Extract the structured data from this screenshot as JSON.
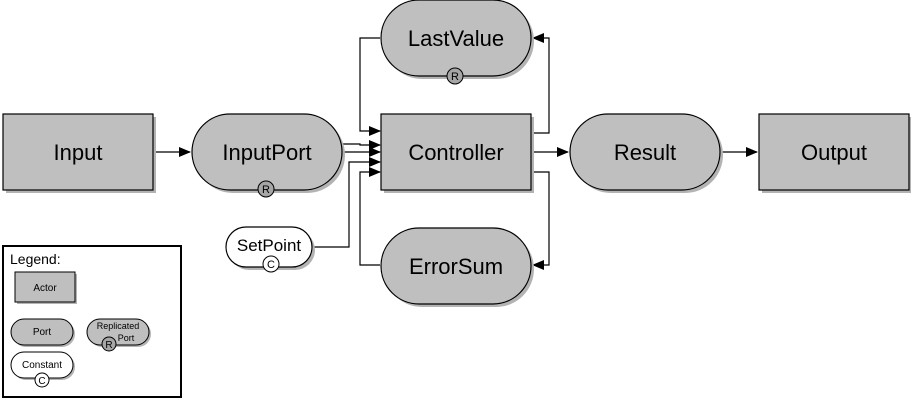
{
  "colors": {
    "node_fill": "#bfbfbf",
    "constant_fill": "#ffffff",
    "stroke": "#000000",
    "shadow": "#b3b3b3"
  },
  "nodes": {
    "input": {
      "label": "Input",
      "kind": "actor"
    },
    "input_port": {
      "label": "InputPort",
      "kind": "replicated-port",
      "badge": "R"
    },
    "controller": {
      "label": "Controller",
      "kind": "actor"
    },
    "result": {
      "label": "Result",
      "kind": "port"
    },
    "output": {
      "label": "Output",
      "kind": "actor"
    },
    "last_value": {
      "label": "LastValue",
      "kind": "replicated-port",
      "badge": "R"
    },
    "error_sum": {
      "label": "ErrorSum",
      "kind": "port"
    },
    "set_point": {
      "label": "SetPoint",
      "kind": "constant",
      "badge": "C"
    }
  },
  "edges": [
    {
      "from": "Input",
      "to": "InputPort"
    },
    {
      "from": "InputPort",
      "to": "Controller"
    },
    {
      "from": "SetPoint",
      "to": "Controller"
    },
    {
      "from": "LastValue",
      "to": "Controller"
    },
    {
      "from": "ErrorSum",
      "to": "Controller"
    },
    {
      "from": "Controller",
      "to": "LastValue"
    },
    {
      "from": "Controller",
      "to": "ErrorSum"
    },
    {
      "from": "Controller",
      "to": "Result"
    },
    {
      "from": "Result",
      "to": "Output"
    }
  ],
  "legend": {
    "title": "Legend:",
    "actor": "Actor",
    "port": "Port",
    "replicated_port_line1": "Replicated",
    "replicated_port_line2": "Port",
    "replicated_badge": "R",
    "constant": "Constant",
    "constant_badge": "C"
  }
}
